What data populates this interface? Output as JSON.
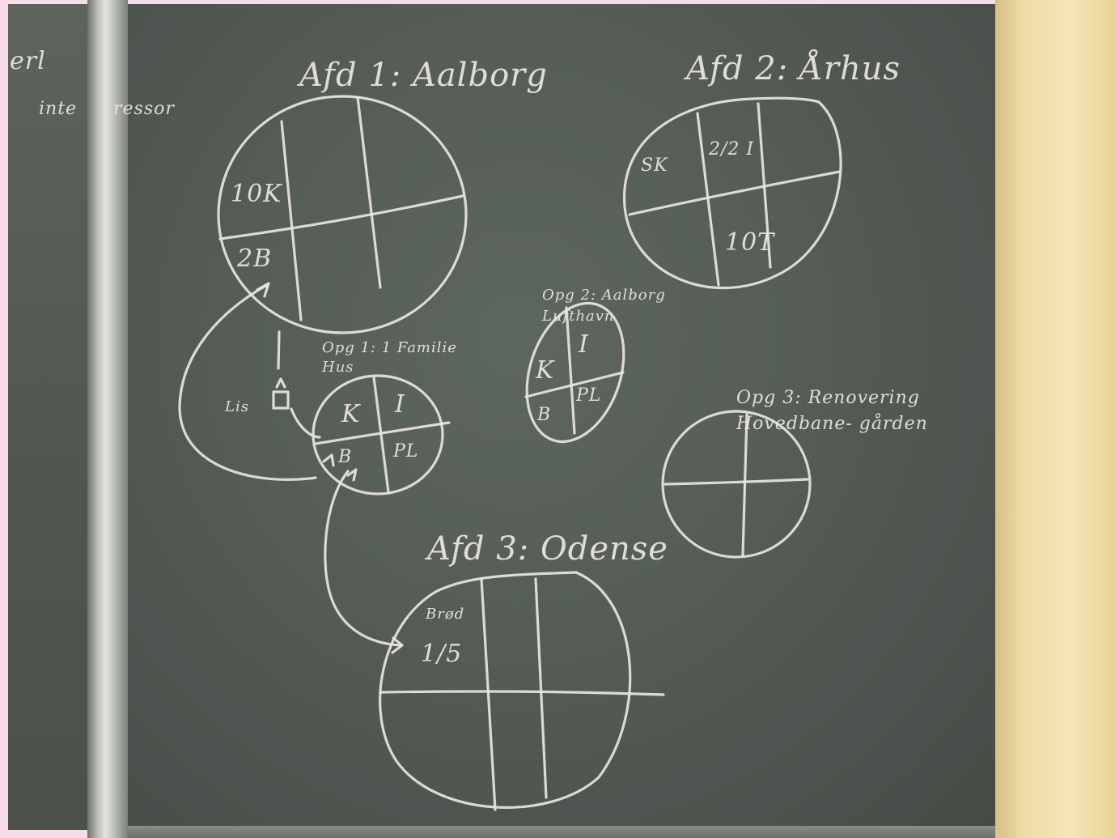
{
  "left_board_text": [
    "erl",
    "inte",
    "ressor"
  ],
  "departments": [
    {
      "title": "Afd 1: Aalborg",
      "cells": [
        "10K",
        "2B"
      ]
    },
    {
      "title": "Afd 2: Århus",
      "cells": [
        "SK",
        "2/2 I",
        "10T"
      ]
    },
    {
      "title": "Afd 3: Odense",
      "cells": [
        "Brød",
        "1/5"
      ]
    }
  ],
  "projects": [
    {
      "title": "Opg 1: 1 Familie Hus",
      "cells": [
        "K",
        "I",
        "B",
        "PL"
      ]
    },
    {
      "title": "Opg 2: Aalborg Lufthavn",
      "cells": [
        "K",
        "I",
        "B",
        "PL"
      ]
    },
    {
      "title": "Opg 3: Renovering Hovedbane- gården",
      "cells": []
    }
  ],
  "person_label": "Lis"
}
